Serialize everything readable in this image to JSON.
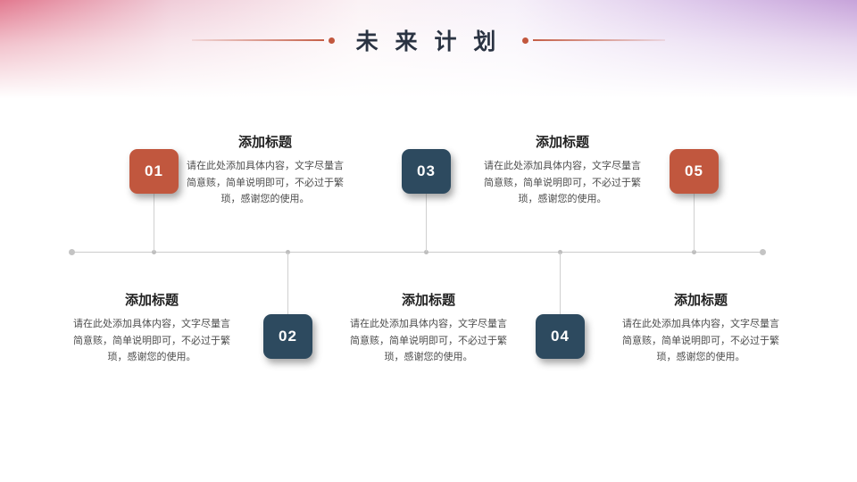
{
  "title": {
    "text": "未 来 计 划"
  },
  "items": [
    {
      "number": "01",
      "heading": "添加标题",
      "body": "请在此处添加具体内容，文字尽量言简意赅，简单说明即可，不必过于繁琐，感谢您的使用。",
      "color": "#c1573e",
      "side": "top"
    },
    {
      "number": "02",
      "heading": "添加标题",
      "body": "请在此处添加具体内容，文字尽量言简意赅，简单说明即可，不必过于繁琐，感谢您的使用。",
      "color": "#2d4a5f",
      "side": "bottom"
    },
    {
      "number": "03",
      "heading": "添加标题",
      "body": "请在此处添加具体内容，文字尽量言简意赅，简单说明即可，不必过于繁琐，感谢您的使用。",
      "color": "#2d4a5f",
      "side": "top"
    },
    {
      "number": "04",
      "heading": "添加标题",
      "body": "请在此处添加具体内容，文字尽量言简意赅，简单说明即可，不必过于繁琐，感谢您的使用。",
      "color": "#2d4a5f",
      "side": "bottom"
    },
    {
      "number": "05",
      "heading": "添加标题",
      "body": "请在此处添加具体内容，文字尽量言简意赅，简单说明即可，不必过于繁琐，感谢您的使用。",
      "color": "#c1573e",
      "side": "top"
    }
  ],
  "colors": {
    "badge_orange": "#c1573e",
    "badge_blue": "#2d4a5f",
    "title_accent": "#c2573e",
    "timeline_gray": "#cccccc",
    "bg_left_pink": "#e2798f",
    "bg_right_purple": "#c7a3da"
  }
}
